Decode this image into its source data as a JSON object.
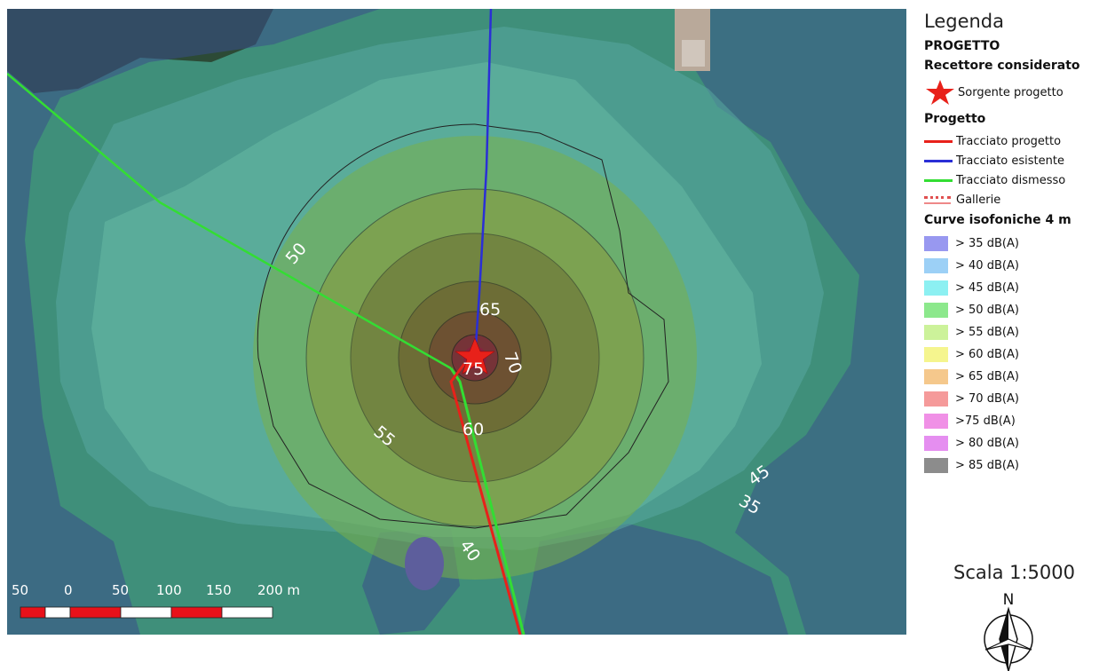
{
  "legend": {
    "title": "Legenda",
    "section_progetto": "PROGETTO",
    "section_recettore": "Recettore considerato",
    "source_label": "Sorgente progetto",
    "section_progetto2": "Progetto",
    "lines": [
      {
        "label": "Tracciato progetto",
        "color": "#e8211a"
      },
      {
        "label": "Tracciato esistente",
        "color": "#2a2fd6"
      },
      {
        "label": "Tracciato dismesso",
        "color": "#33dd33"
      }
    ],
    "gallerie_label": "Gallerie",
    "section_curve": "Curve isofoniche 4 m",
    "isophones": [
      {
        "label": "> 35 dB(A)",
        "color": "#9898f0"
      },
      {
        "label": "> 40  dB(A)",
        "color": "#9cd0f6"
      },
      {
        "label": "> 45 dB(A)",
        "color": "#8cf0f2"
      },
      {
        "label": "> 50 dB(A)",
        "color": "#8ce88c"
      },
      {
        "label": "> 55 dB(A)",
        "color": "#ccf29a"
      },
      {
        "label": "> 60 dB(A)",
        "color": "#f5f58e"
      },
      {
        "label": "> 65 dB(A)",
        "color": "#f5c88c"
      },
      {
        "label": "> 70 dB(A)",
        "color": "#f59a9a"
      },
      {
        "label": ">75 dB(A)",
        "color": "#f090e6"
      },
      {
        "label": "> 80 dB(A)",
        "color": "#e58ef0"
      },
      {
        "label": "> 85 dB(A)",
        "color": "#8c8c8c"
      }
    ]
  },
  "map": {
    "contour_labels": [
      "50",
      "65",
      "75",
      "70",
      "55",
      "60",
      "45",
      "35",
      "40"
    ],
    "scale_bar_ticks": [
      "50",
      "0",
      "50",
      "100",
      "150",
      "200 m"
    ],
    "north_label": "N"
  },
  "scale_label": "Scala 1:5000"
}
